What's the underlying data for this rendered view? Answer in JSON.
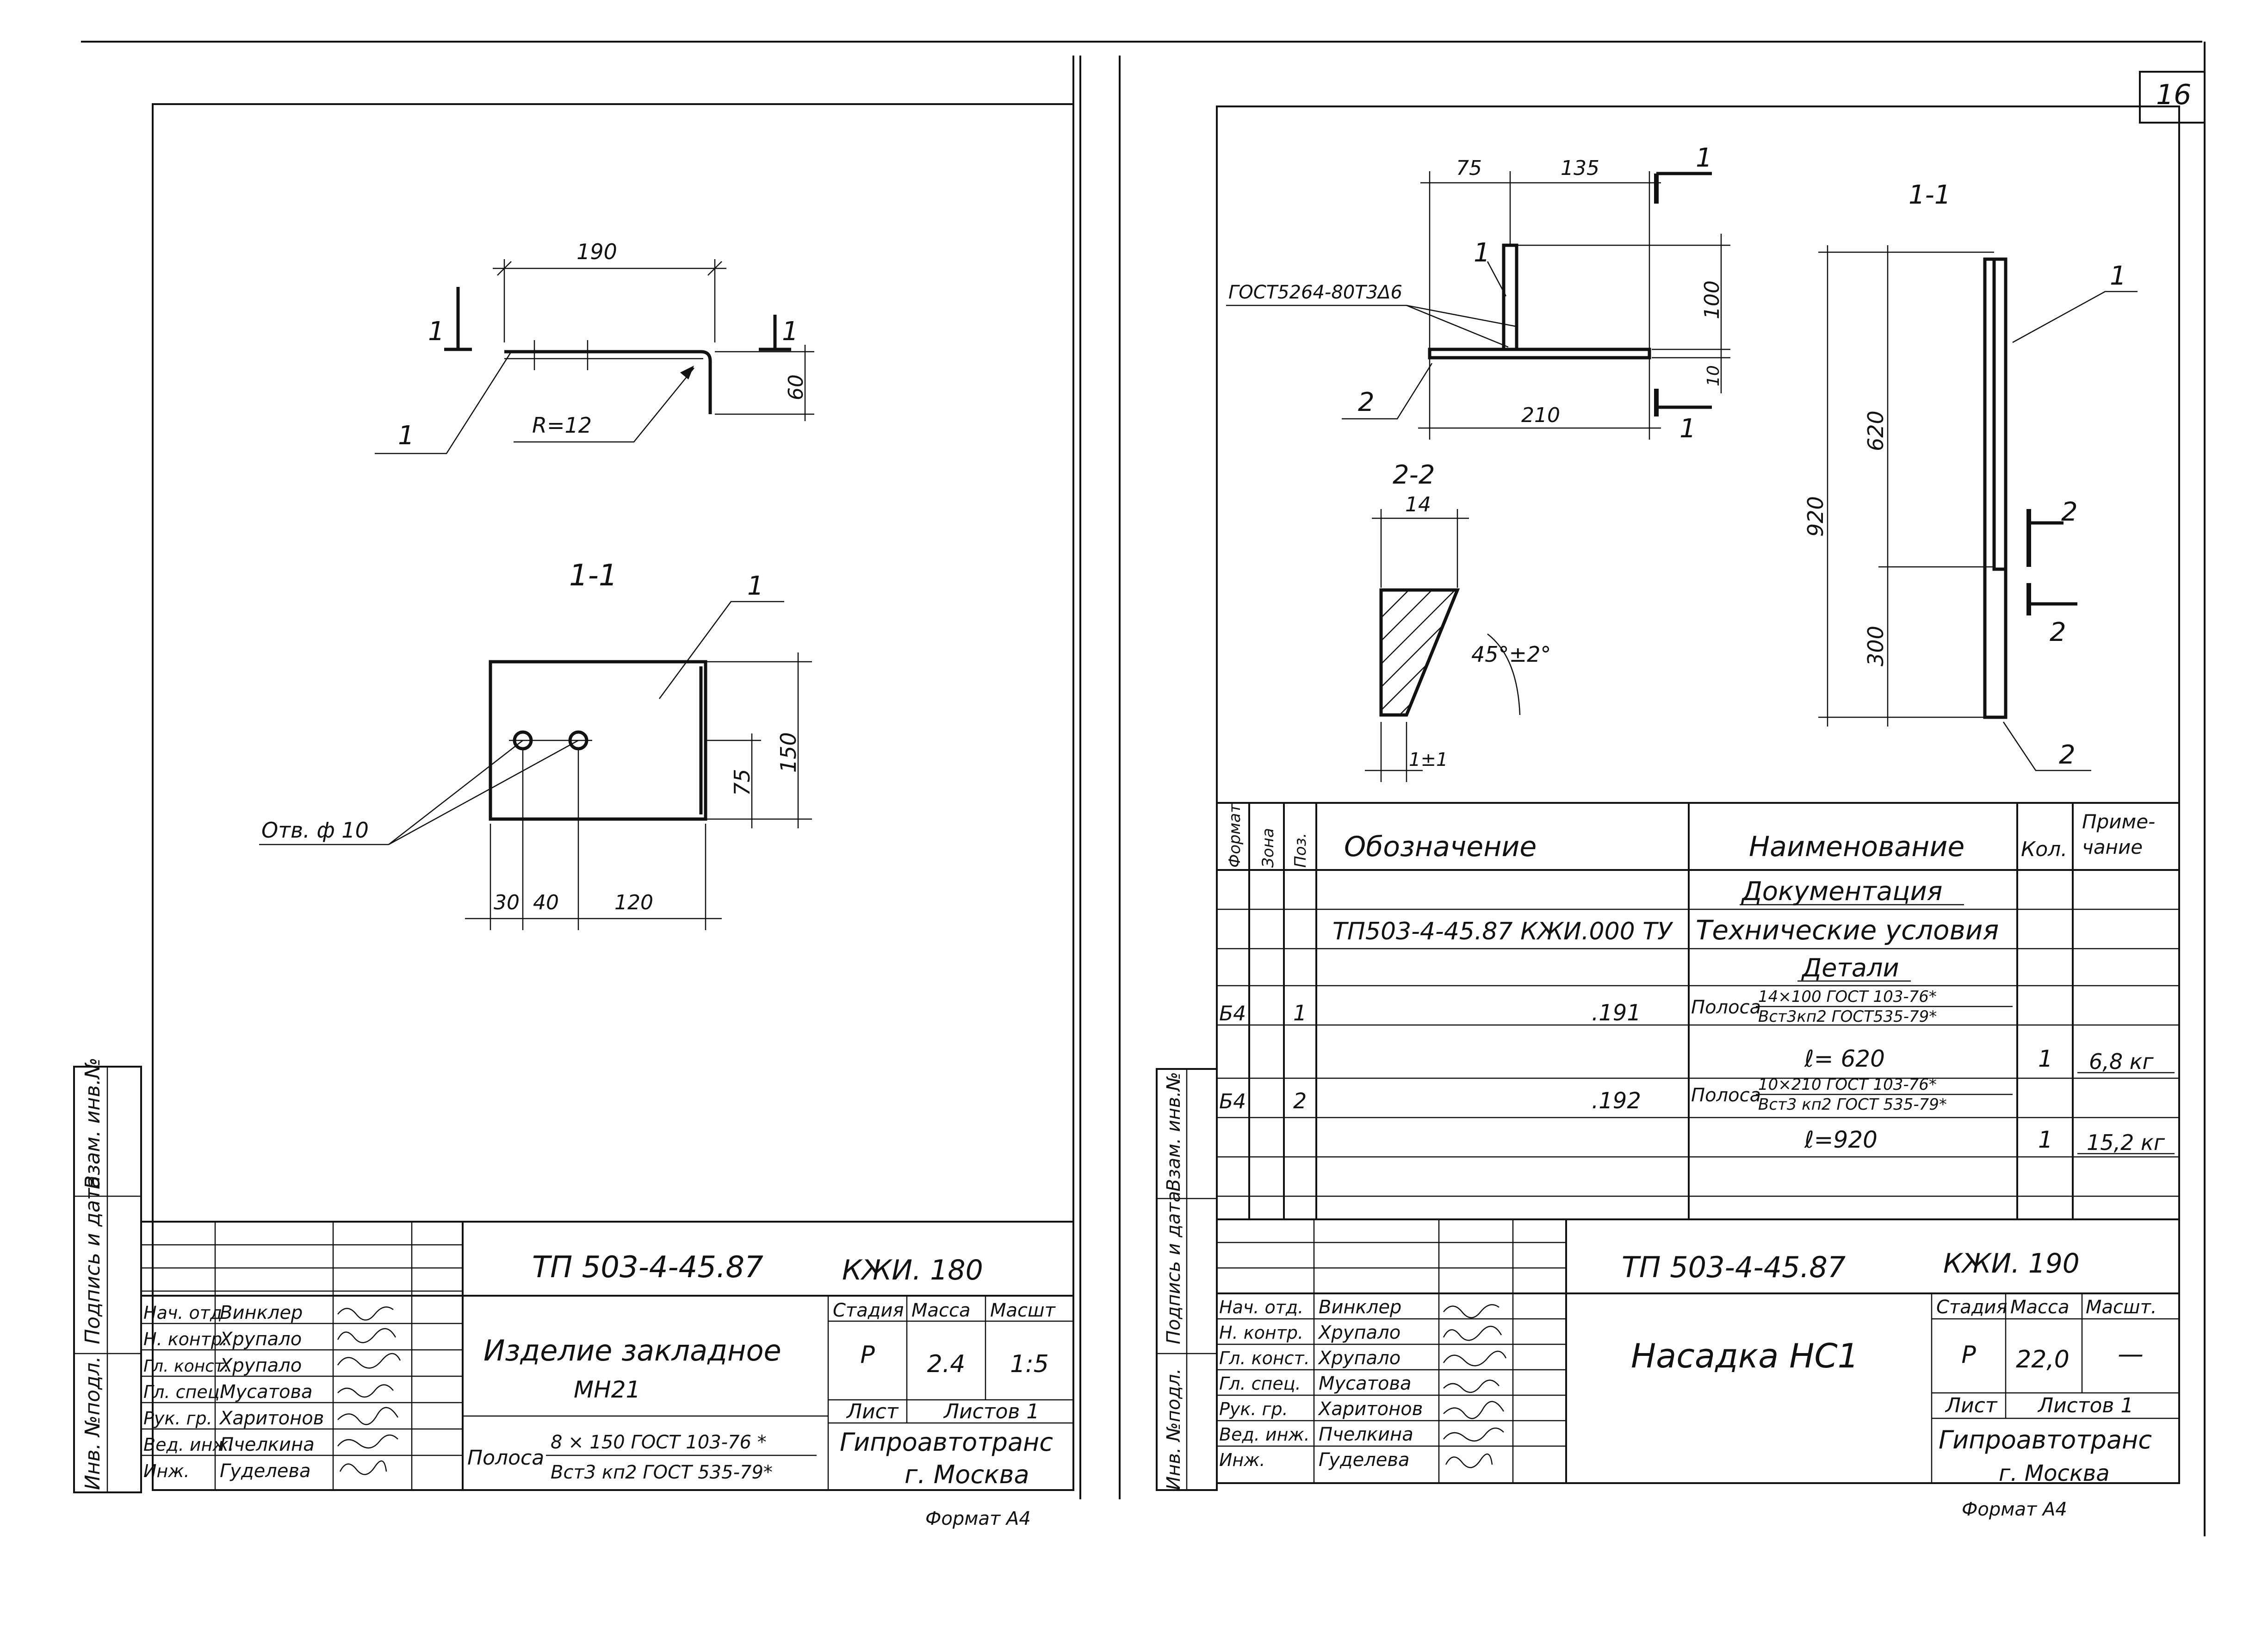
{
  "sheet_left": {
    "code": "ТП 503-4-45.87",
    "doc_code": "КЖИ. 180",
    "title_line1": "Изделие закладное",
    "title_line2": "МН21",
    "material_prefix": "Полоса",
    "material_top": "8 × 150 ГОСТ 103-76 *",
    "material_bottom": "Вст3 кп2 ГОСТ 535-79*",
    "stage_header": "Стадия",
    "mass_header": "Масса",
    "scale_header": "Масшт",
    "stage": "Р",
    "mass": "2.4",
    "scale": "1:5",
    "sheet_label": "Лист",
    "sheets_label": "Листов 1",
    "org": "Гипроавтотранс",
    "city": "г. Москва",
    "format": "Формат А4",
    "side_labels": [
      "Инв. №подл.",
      "Подпись и дата",
      "Взам. инв.№"
    ],
    "staff": [
      {
        "role": "Нач. отд",
        "name": "Винклер"
      },
      {
        "role": "Н. контр.",
        "name": "Хрупало"
      },
      {
        "role": "Гл. конст.",
        "name": "Хрупало"
      },
      {
        "role": "Гл. спец.",
        "name": "Мусатова"
      },
      {
        "role": "Рук. гр.",
        "name": "Харитонов"
      },
      {
        "role": "Вед. инж.",
        "name": "Пчелкина"
      },
      {
        "role": "Инж.",
        "name": "Гуделева"
      }
    ],
    "drawing": {
      "dim_190": "190",
      "section_mark": "1",
      "leader_1": "1",
      "radius": "R=12",
      "dim_60": "60",
      "section_title": "1-1",
      "plate_leader": "1",
      "holes_label": "Отв. ф 10",
      "dim_150": "150",
      "dim_75": "75",
      "dim_30": "30",
      "dim_40": "40",
      "dim_120": "120"
    }
  },
  "sheet_right": {
    "page_number": "16",
    "code": "ТП 503-4-45.87",
    "doc_code": "КЖИ. 190",
    "title": "Насадка НС1",
    "stage_header": "Стадия",
    "mass_header": "Масса",
    "scale_header": "Масшт.",
    "stage": "Р",
    "mass": "22,0",
    "scale": "—",
    "sheet_label": "Лист",
    "sheets_label": "Листов 1",
    "org": "Гипроавтотранс",
    "city": "г. Москва",
    "format": "Формат А4",
    "side_labels": [
      "Инв. №подл.",
      "Подпись и дата",
      "Взам. инв.№"
    ],
    "staff": [
      {
        "role": "Нач. отд.",
        "name": "Винклер"
      },
      {
        "role": "Н. контр.",
        "name": "Хрупало"
      },
      {
        "role": "Гл. конст.",
        "name": "Хрупало"
      },
      {
        "role": "Гл. спец.",
        "name": "Мусатова"
      },
      {
        "role": "Рук. гр.",
        "name": "Харитонов"
      },
      {
        "role": "Вед. инж.",
        "name": "Пчелкина"
      },
      {
        "role": "Инж.",
        "name": "Гуделева"
      }
    ],
    "spec": {
      "headers": {
        "format": "Формат",
        "zone": "Зона",
        "pos": "Поз.",
        "designation": "Обозначение",
        "name": "Наименование",
        "qty": "Кол.",
        "note_line1": "Приме-",
        "note_line2": "чание"
      },
      "section_docs": "Документация",
      "doc_designation": "ТП503-4-45.87 КЖИ.000 ТУ",
      "doc_name": "Технические условия",
      "section_parts": "Детали",
      "rows": [
        {
          "format": "Б4",
          "pos": "1",
          "designation": ".191",
          "name_prefix": "Полоса",
          "name_top": "14×100 ГОСТ 103-76*",
          "name_bottom": "Вст3кп2 ГОСТ535-79*",
          "length": "ℓ= 620",
          "qty": "1",
          "note": "6,8 кг"
        },
        {
          "format": "Б4",
          "pos": "2",
          "designation": ".192",
          "name_prefix": "Полоса",
          "name_top": "10×210 ГОСТ 103-76*",
          "name_bottom": "Вст3 кп2 ГОСТ 535-79*",
          "length": "ℓ=920",
          "qty": "1",
          "note": "15,2 кг"
        }
      ]
    },
    "drawing": {
      "dim_75": "75",
      "dim_135": "135",
      "section_mark": "1",
      "leader_1": "1",
      "weld_note": "ГОСТ5264-80Т3Δ6",
      "dim_100": "100",
      "dim_10": "10",
      "leader_2": "2",
      "dim_210": "210",
      "section_title_22": "2-2",
      "dim_14": "14",
      "angle": "45°±2°",
      "dim_1": "1±1",
      "section_title_11": "1-1",
      "dim_620": "620",
      "dim_920": "920",
      "dim_300": "300",
      "section_mark_2": "2"
    }
  }
}
